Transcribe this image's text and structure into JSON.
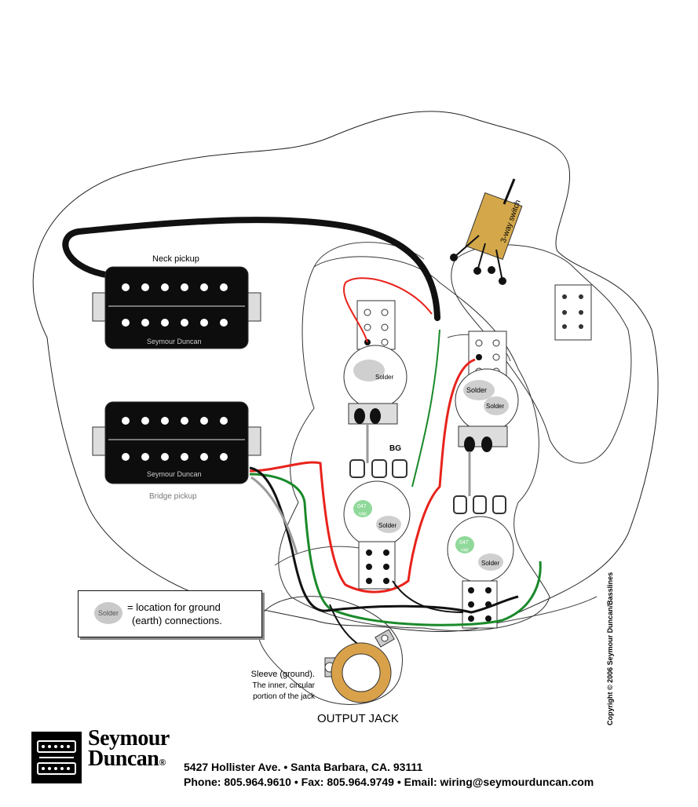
{
  "labels": {
    "neck_pickup": "Neck pickup",
    "bridge_pickup": "Bridge pickup",
    "pickup_brand": "Seymour Duncan",
    "switch": "3-way switch",
    "solder": "Solder",
    "bg": "BG",
    "cap": "047",
    "cap2": "cap",
    "sleeve_line1": "Sleeve (ground).",
    "sleeve_line2": "The inner, circular",
    "sleeve_line3": "portion of the jack",
    "output_jack": "OUTPUT JACK"
  },
  "legend": {
    "blob": "Solder",
    "line1": "= location for ground",
    "line2": "(earth) connections."
  },
  "footer": {
    "brand_line1": "Seymour",
    "brand_line2": "Duncan",
    "reg": "®",
    "address": "5427 Hollister Ave. • Santa Barbara, CA. 93111",
    "contact": "Phone: 805.964.9610 • Fax: 805.964.9749 • Email: wiring@seymourduncan.com",
    "copyright": "Copyright © 2006 Seymour Duncan/Basslines"
  },
  "colors": {
    "hot": "#e8231c",
    "ground": "#1a8a2a",
    "shield": "#111111",
    "bare": "#9a9a9a",
    "switch_body": "#d4a84a",
    "jack": "#d9a24a",
    "solder": "#cfcfcf",
    "cap": "#8fd99a"
  }
}
